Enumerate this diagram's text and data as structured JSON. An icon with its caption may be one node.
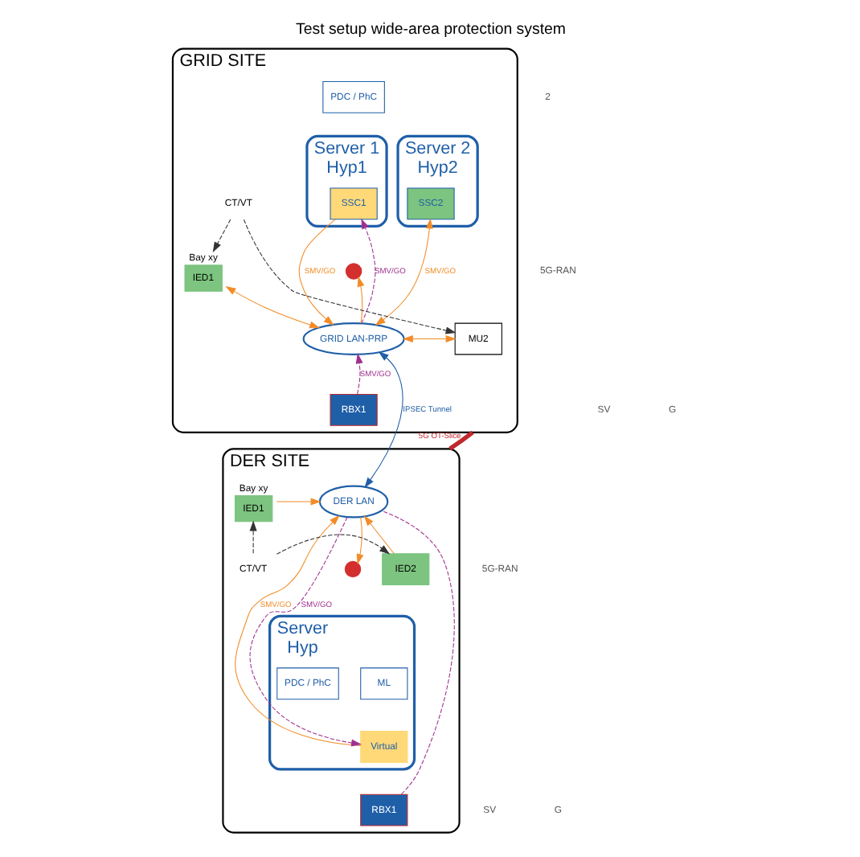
{
  "diagram": {
    "title": "Test setup wide-area protection system",
    "nodes": [
      {
        "text": [
          "GRID SITE"
        ]
      },
      {
        "text": [
          "Server 1",
          "Hyp1"
        ],
        "in": 0
      },
      {
        "text": [
          "Server 2",
          "Hyp2"
        ],
        "in": 0
      },
      {
        "text": [
          "PDC / PhC"
        ],
        "in": 0
      },
      {
        "text": [
          "SSC1"
        ],
        "in": 1
      },
      {
        "text": [
          "SSC2"
        ],
        "in": 2
      },
      {
        "text": [
          "GRID LAN-PRP"
        ],
        "in": 0
      },
      {
        "text": [
          "IED1"
        ],
        "in": 0,
        "beside": [
          "Bay xy"
        ]
      },
      {
        "text": [
          "MU2"
        ],
        "in": 0
      },
      {
        "text": [
          "CT/VT"
        ],
        "in": 0
      },
      {
        "text": [
          "RBX1"
        ],
        "in": 0
      },
      {
        "text": [],
        "shape": "circle",
        "in": 0
      },
      {
        "text": [
          "DER SITE"
        ]
      },
      {
        "text": [
          "Server",
          "Hyp"
        ],
        "in": 12
      },
      {
        "text": [
          "ML"
        ],
        "in": 13
      },
      {
        "text": [
          "PDC / PhC"
        ],
        "in": 13
      },
      {
        "text": [
          "Virtual"
        ],
        "in": 13
      },
      {
        "text": [
          "DER LAN"
        ],
        "in": 12
      },
      {
        "text": [
          "IED1"
        ],
        "in": 12,
        "beside": [
          "Bay xy"
        ]
      },
      {
        "text": [
          "IED2"
        ],
        "in": 12
      },
      {
        "text": [
          "CT/VT"
        ],
        "in": 12
      },
      {
        "text": [
          "RBX1"
        ],
        "in": 12
      },
      {
        "text": [],
        "shape": "circle",
        "in": 12
      }
    ],
    "edges": [
      {
        "from": 0,
        "to": 12,
        "arrow": "none",
        "label": "5G OT-Slice",
        "style": "thick",
        "color": "#c0282d"
      },
      {
        "from": 6,
        "to": 17,
        "arrow": "both",
        "label": "IPSEC Tunnel",
        "color": "#1f5fa8"
      },
      {
        "from": 4,
        "to": 6,
        "arrow": "to",
        "label": "SMV/GO"
      },
      {
        "from": 6,
        "to": 11,
        "arrow": "to"
      },
      {
        "from": 6,
        "to": 4,
        "arrow": "to",
        "label": "SMV/GO",
        "style": "dashed",
        "color": "#a0308f"
      },
      {
        "from": 6,
        "to": 5,
        "arrow": "both",
        "label": "SMV/GO"
      },
      {
        "from": 7,
        "to": 6,
        "arrow": "both"
      },
      {
        "from": 6,
        "to": 8,
        "arrow": "both"
      },
      {
        "from": 9,
        "to": 7,
        "arrow": "to",
        "style": "dashed",
        "color": "#333333"
      },
      {
        "from": 9,
        "to": 8,
        "arrow": "to",
        "style": "dashed",
        "color": "#333333"
      },
      {
        "from": 10,
        "to": 6,
        "arrow": "to",
        "label": "SMV/GO",
        "style": "dashed",
        "color": "#a0308f"
      },
      {
        "from": 16,
        "to": 17,
        "arrow": "to",
        "label": "SMV/GO"
      },
      {
        "from": 17,
        "to": 22,
        "arrow": "to"
      },
      {
        "from": 17,
        "to": 16,
        "arrow": "to",
        "label": "SMV/GO",
        "style": "dashed",
        "color": "#a0308f"
      },
      {
        "from": 18,
        "to": 17,
        "arrow": "to"
      },
      {
        "from": 19,
        "to": 17,
        "arrow": "to"
      },
      {
        "from": 20,
        "to": 18,
        "arrow": "to",
        "style": "dashed",
        "color": "#333333"
      },
      {
        "from": 20,
        "to": 19,
        "arrow": "to",
        "style": "dashed",
        "color": "#333333"
      },
      {
        "from": 21,
        "to": 17,
        "arrow": "none",
        "style": "dashed",
        "color": "#a0308f"
      }
    ],
    "labels": [
      "2",
      "5G-RAN",
      "SV",
      "G",
      "5G-RAN",
      "SV",
      "G"
    ]
  }
}
